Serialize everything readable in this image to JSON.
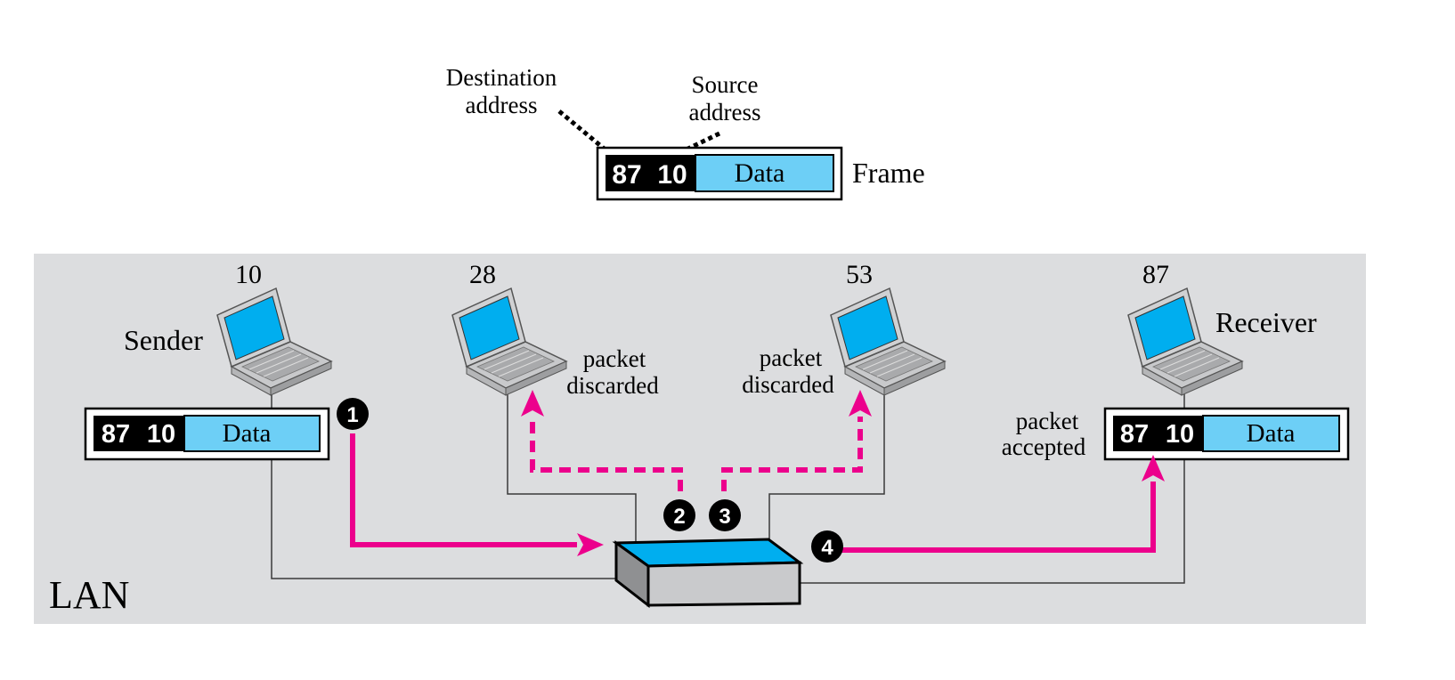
{
  "frame": {
    "dest_callout": [
      "Destination",
      "address"
    ],
    "src_callout": [
      "Source",
      "address"
    ],
    "dest": "87",
    "src": "10",
    "data": "Data",
    "label": "Frame"
  },
  "lan_label": "LAN",
  "stations": [
    {
      "address": "10",
      "role": "Sender"
    },
    {
      "address": "28",
      "note": [
        "packet",
        "discarded"
      ]
    },
    {
      "address": "53",
      "note": [
        "packet",
        "discarded"
      ]
    },
    {
      "address": "87",
      "role": "Receiver",
      "note": [
        "packet",
        "accepted"
      ]
    }
  ],
  "sender_frame": {
    "dest": "87",
    "src": "10",
    "data": "Data"
  },
  "receiver_frame": {
    "dest": "87",
    "src": "10",
    "data": "Data"
  },
  "steps": [
    "1",
    "2",
    "3",
    "4"
  ],
  "colors": {
    "lan_bg": "#dcdddf",
    "data_cell": "#6dcff6",
    "address_cell": "#000000",
    "arrow": "#ec008c",
    "screen": "#00aeef"
  }
}
